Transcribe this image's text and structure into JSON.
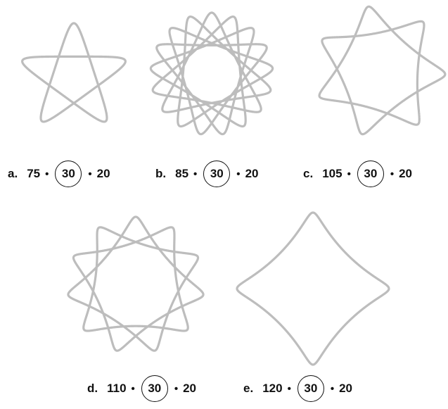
{
  "figures": [
    {
      "letter": "a.",
      "outer": "75",
      "wheel": "30",
      "pen": "20",
      "color": "#bdbdbd"
    },
    {
      "letter": "b.",
      "outer": "85",
      "wheel": "30",
      "pen": "20",
      "color": "#bdbdbd"
    },
    {
      "letter": "c.",
      "outer": "105",
      "wheel": "30",
      "pen": "20",
      "color": "#bdbdbd"
    },
    {
      "letter": "d.",
      "outer": "110",
      "wheel": "30",
      "pen": "20",
      "color": "#bdbdbd"
    },
    {
      "letter": "e.",
      "outer": "120",
      "wheel": "30",
      "pen": "20",
      "color": "#bdbdbd"
    }
  ],
  "separator": "•"
}
